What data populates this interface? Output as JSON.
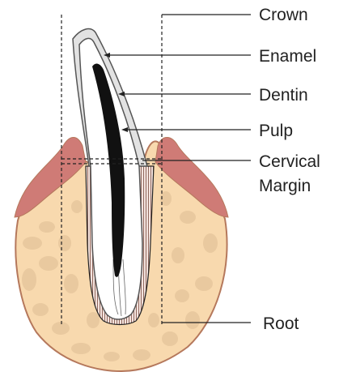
{
  "labels": {
    "crown": "Crown",
    "enamel": "Enamel",
    "dentin": "Dentin",
    "pulp": "Pulp",
    "cervical_line1": "Cervical",
    "cervical_line2": "Margin",
    "root": "Root"
  },
  "colors": {
    "bone": "#f8d9ae",
    "bone_spots": "#e9c99f",
    "bone_outline": "#b5785c",
    "gum": "#cf7b76",
    "gum_light": "#e0a09a",
    "enamel": "#e2e2e2",
    "dentin": "#ffffff",
    "pulp": "#111111",
    "line": "#222222"
  }
}
